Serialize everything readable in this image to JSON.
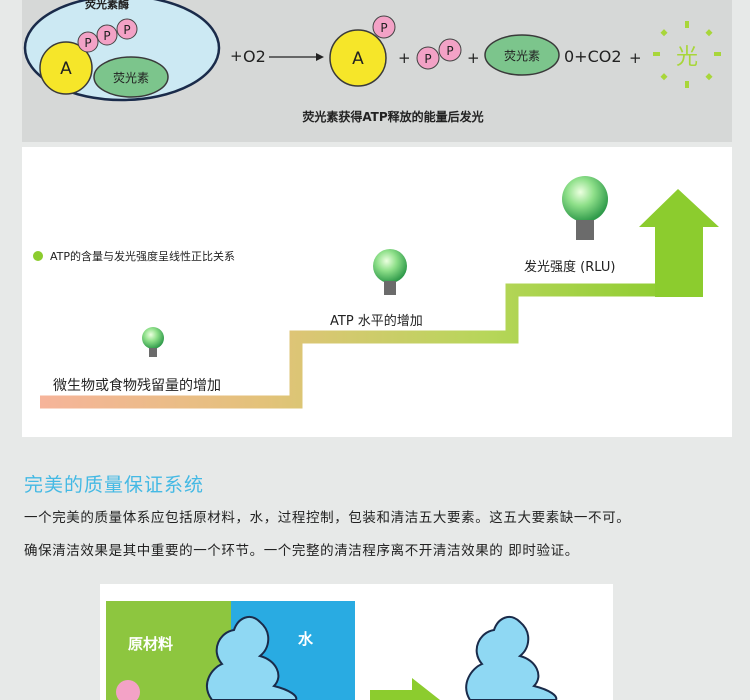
{
  "reaction": {
    "enzyme_label": "荧光素酶",
    "a_label": "A",
    "p_label": "P",
    "luciferin_label": "荧光素",
    "o2_label": "O2",
    "plus": "+",
    "products_label": "0+CO2",
    "light_label": "光",
    "caption": "荧光素获得ATP释放的能量后发光"
  },
  "stairs": {
    "legend_text": "ATP的含量与发光强度呈线性正比关系",
    "step1_label": "微生物或食物残留量的增加",
    "step2_label": "ATP 水平的增加",
    "step3_label": "发光强度 (RLU)"
  },
  "quality": {
    "title": "完美的质量保证系统",
    "paragraph_line1": "一个完美的质量体系应包括原材料，水，过程控制，包装和清洁五大要素。这五大要素缺一不可。",
    "paragraph_line2": "确保清洁效果是其中重要的一个环节。一个完整的清洁程序离不开清洁效果的 即时验证。"
  },
  "puzzle": {
    "raw_material_label": "原材料",
    "water_label": "水"
  },
  "colors": {
    "a_yellow": "#f6e629",
    "p_pink": "#f3a2c6",
    "luciferin_green": "#7cc58c",
    "enzyme_blue": "#cce9f3",
    "arrow_green": "#8ccc2e",
    "light_green": "#a8d63a",
    "title_blue": "#44b9e4",
    "puzzle_green": "#8dc63f",
    "puzzle_blue": "#29abe2"
  }
}
